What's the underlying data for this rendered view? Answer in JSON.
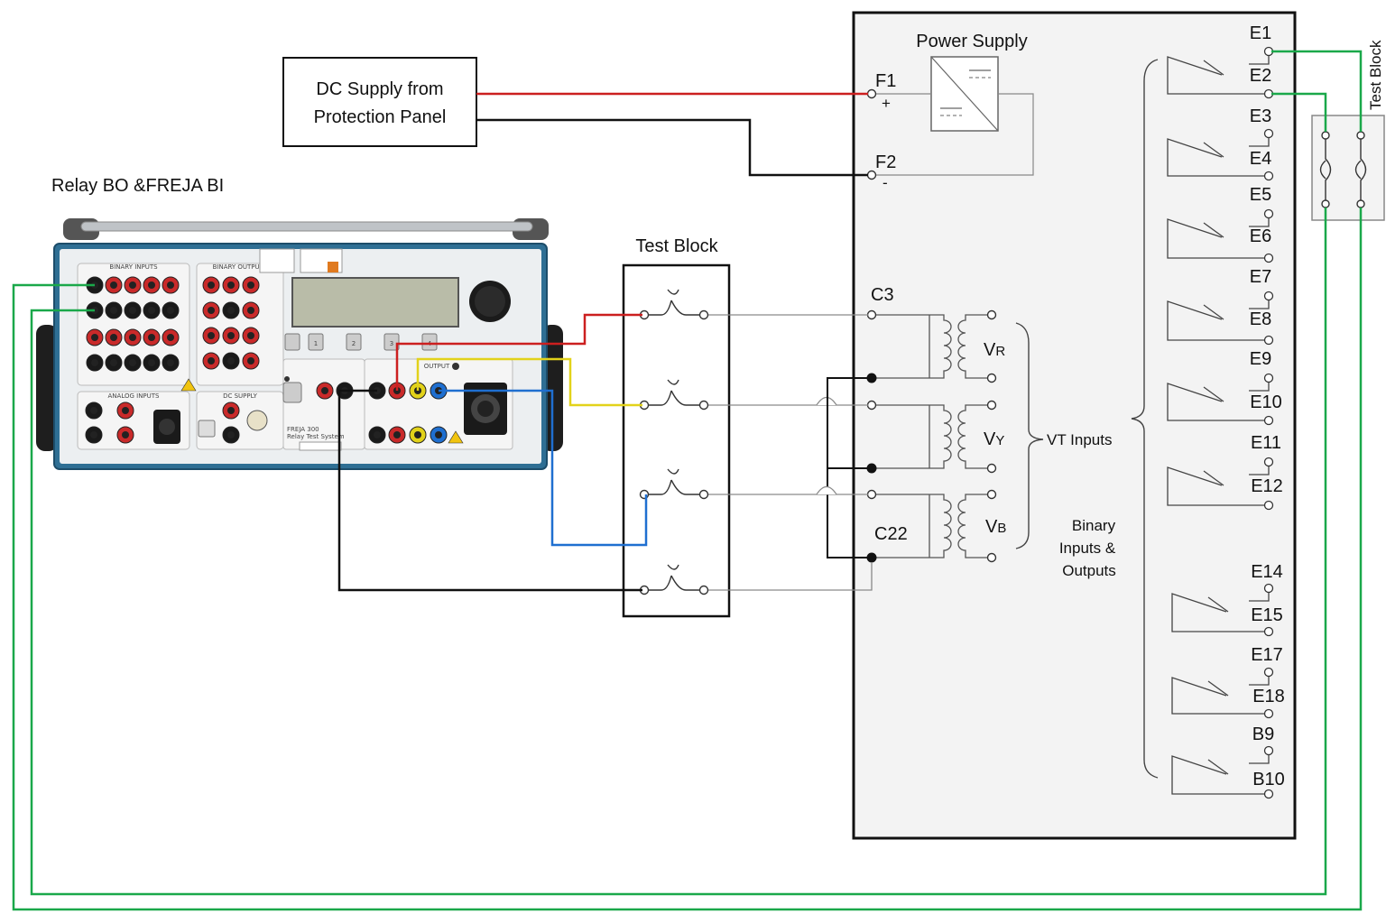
{
  "labels": {
    "dc_supply_line1": "DC Supply from",
    "dc_supply_line2": "Protection Panel",
    "relay_bo_freja": "Relay BO &FREJA BI",
    "test_block_mid": "Test Block",
    "test_block_side": "Test Block",
    "power_supply": "Power Supply",
    "f1": "F1",
    "f2": "F2",
    "plus": "+",
    "minus": "-",
    "c3": "C3",
    "c22": "C22",
    "vr": "V",
    "vr_sub": "R",
    "vy": "V",
    "vy_sub": "Y",
    "vb": "V",
    "vb_sub": "B",
    "vt_inputs": "VT Inputs",
    "binary_line1": "Binary",
    "binary_line2": "Inputs &",
    "binary_line3": "Outputs"
  },
  "terminals": [
    "E1",
    "E2",
    "E3",
    "E4",
    "E5",
    "E6",
    "E7",
    "E8",
    "E9",
    "E10",
    "E11",
    "E12",
    "E14",
    "E15",
    "E17",
    "E18",
    "B9",
    "B10"
  ],
  "device": {
    "model": "FREJA 300",
    "subtitle": "Relay Test System",
    "binary_inputs": "BINARY INPUTS",
    "binary_outputs": "BINARY OUTPUTS",
    "analog_inputs": "ANALOG INPUTS",
    "dc_supply": "DC SUPPLY",
    "output": "OUTPUT",
    "buttons": [
      "1",
      "2",
      "3",
      "4"
    ]
  },
  "colors": {
    "red": "#cc1f1f",
    "black": "#111111",
    "yellow": "#e2d21a",
    "blue": "#1f6fd0",
    "green": "#1aa84a",
    "grey_line": "#8a8a8a",
    "panel": "#f3f3f3"
  }
}
